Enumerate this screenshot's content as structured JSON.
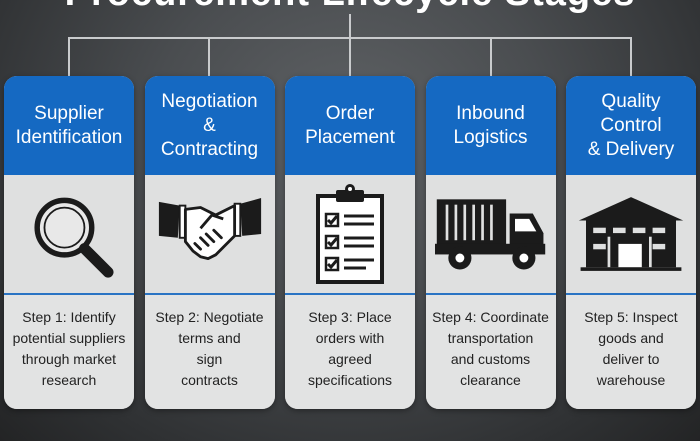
{
  "diagram": {
    "title": "Procurement Lifecycle Stages",
    "colors": {
      "header": "#1569c2",
      "body": "#dcdddd",
      "connector": "#c9cbcd",
      "icon": "#1b1b1b"
    },
    "steps": [
      {
        "header": "Supplier\nIdentification",
        "icon": "magnifying-glass-icon",
        "description": "Step 1: Identify\npotential suppliers\nthrough market\nresearch"
      },
      {
        "header": "Negotiation\n&\nContracting",
        "icon": "handshake-icon",
        "description": "Step 2: Negotiate\nterms and\nsign\ncontracts"
      },
      {
        "header": "Order\nPlacement",
        "icon": "clipboard-checklist-icon",
        "description": "Step 3: Place\norders with\nagreed\nspecifications"
      },
      {
        "header": "Inbound\nLogistics",
        "icon": "truck-icon",
        "description": "Step 4: Coordinate\ntransportation\nand customs\nclearance"
      },
      {
        "header": "Quality\nControl\n& Delivery",
        "icon": "warehouse-icon",
        "description": "Step 5: Inspect\ngoods and\ndeliver to\nwarehouse"
      }
    ]
  }
}
